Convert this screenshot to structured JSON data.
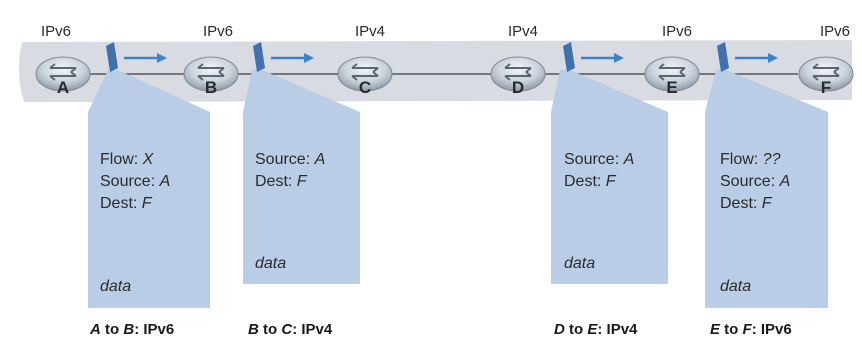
{
  "routers": [
    {
      "label": "A",
      "protocol": "IPv6"
    },
    {
      "label": "B",
      "protocol": "IPv6"
    },
    {
      "label": "C",
      "protocol": "IPv4"
    },
    {
      "label": "D",
      "protocol": "IPv4"
    },
    {
      "label": "E",
      "protocol": "IPv6"
    },
    {
      "label": "F",
      "protocol": "IPv6"
    }
  ],
  "datagrams": [
    {
      "lines": [
        {
          "key": "Flow: ",
          "val": "X"
        },
        {
          "key": "Source: ",
          "val": "A"
        },
        {
          "key": "Dest: ",
          "val": "F"
        }
      ],
      "data": "data",
      "caption": {
        "from": "A",
        "mid": " to ",
        "to": "B",
        "proto": ": IPv6"
      }
    },
    {
      "lines": [
        {
          "key": "Source: ",
          "val": "A"
        },
        {
          "key": "Dest: ",
          "val": "F"
        }
      ],
      "data": "data",
      "caption": {
        "from": "B",
        "mid": " to ",
        "to": "C",
        "proto": ": IPv4"
      }
    },
    {
      "lines": [
        {
          "key": "Source: ",
          "val": "A"
        },
        {
          "key": "Dest: ",
          "val": "F"
        }
      ],
      "data": "data",
      "caption": {
        "from": "D",
        "mid": " to ",
        "to": "E",
        "proto": ": IPv4"
      }
    },
    {
      "lines": [
        {
          "key": "Flow: ",
          "val": "??"
        },
        {
          "key": "Source: ",
          "val": "A"
        },
        {
          "key": "Dest: ",
          "val": "F"
        }
      ],
      "data": "data",
      "caption": {
        "from": "E",
        "mid": " to ",
        "to": "F",
        "proto": ": IPv6"
      }
    }
  ],
  "colors": {
    "band": "#d8dbe1",
    "box": "#b9cde6",
    "flag": "#3f72ad",
    "arrow": "#3f83c7",
    "router": "#c7cfd8"
  }
}
